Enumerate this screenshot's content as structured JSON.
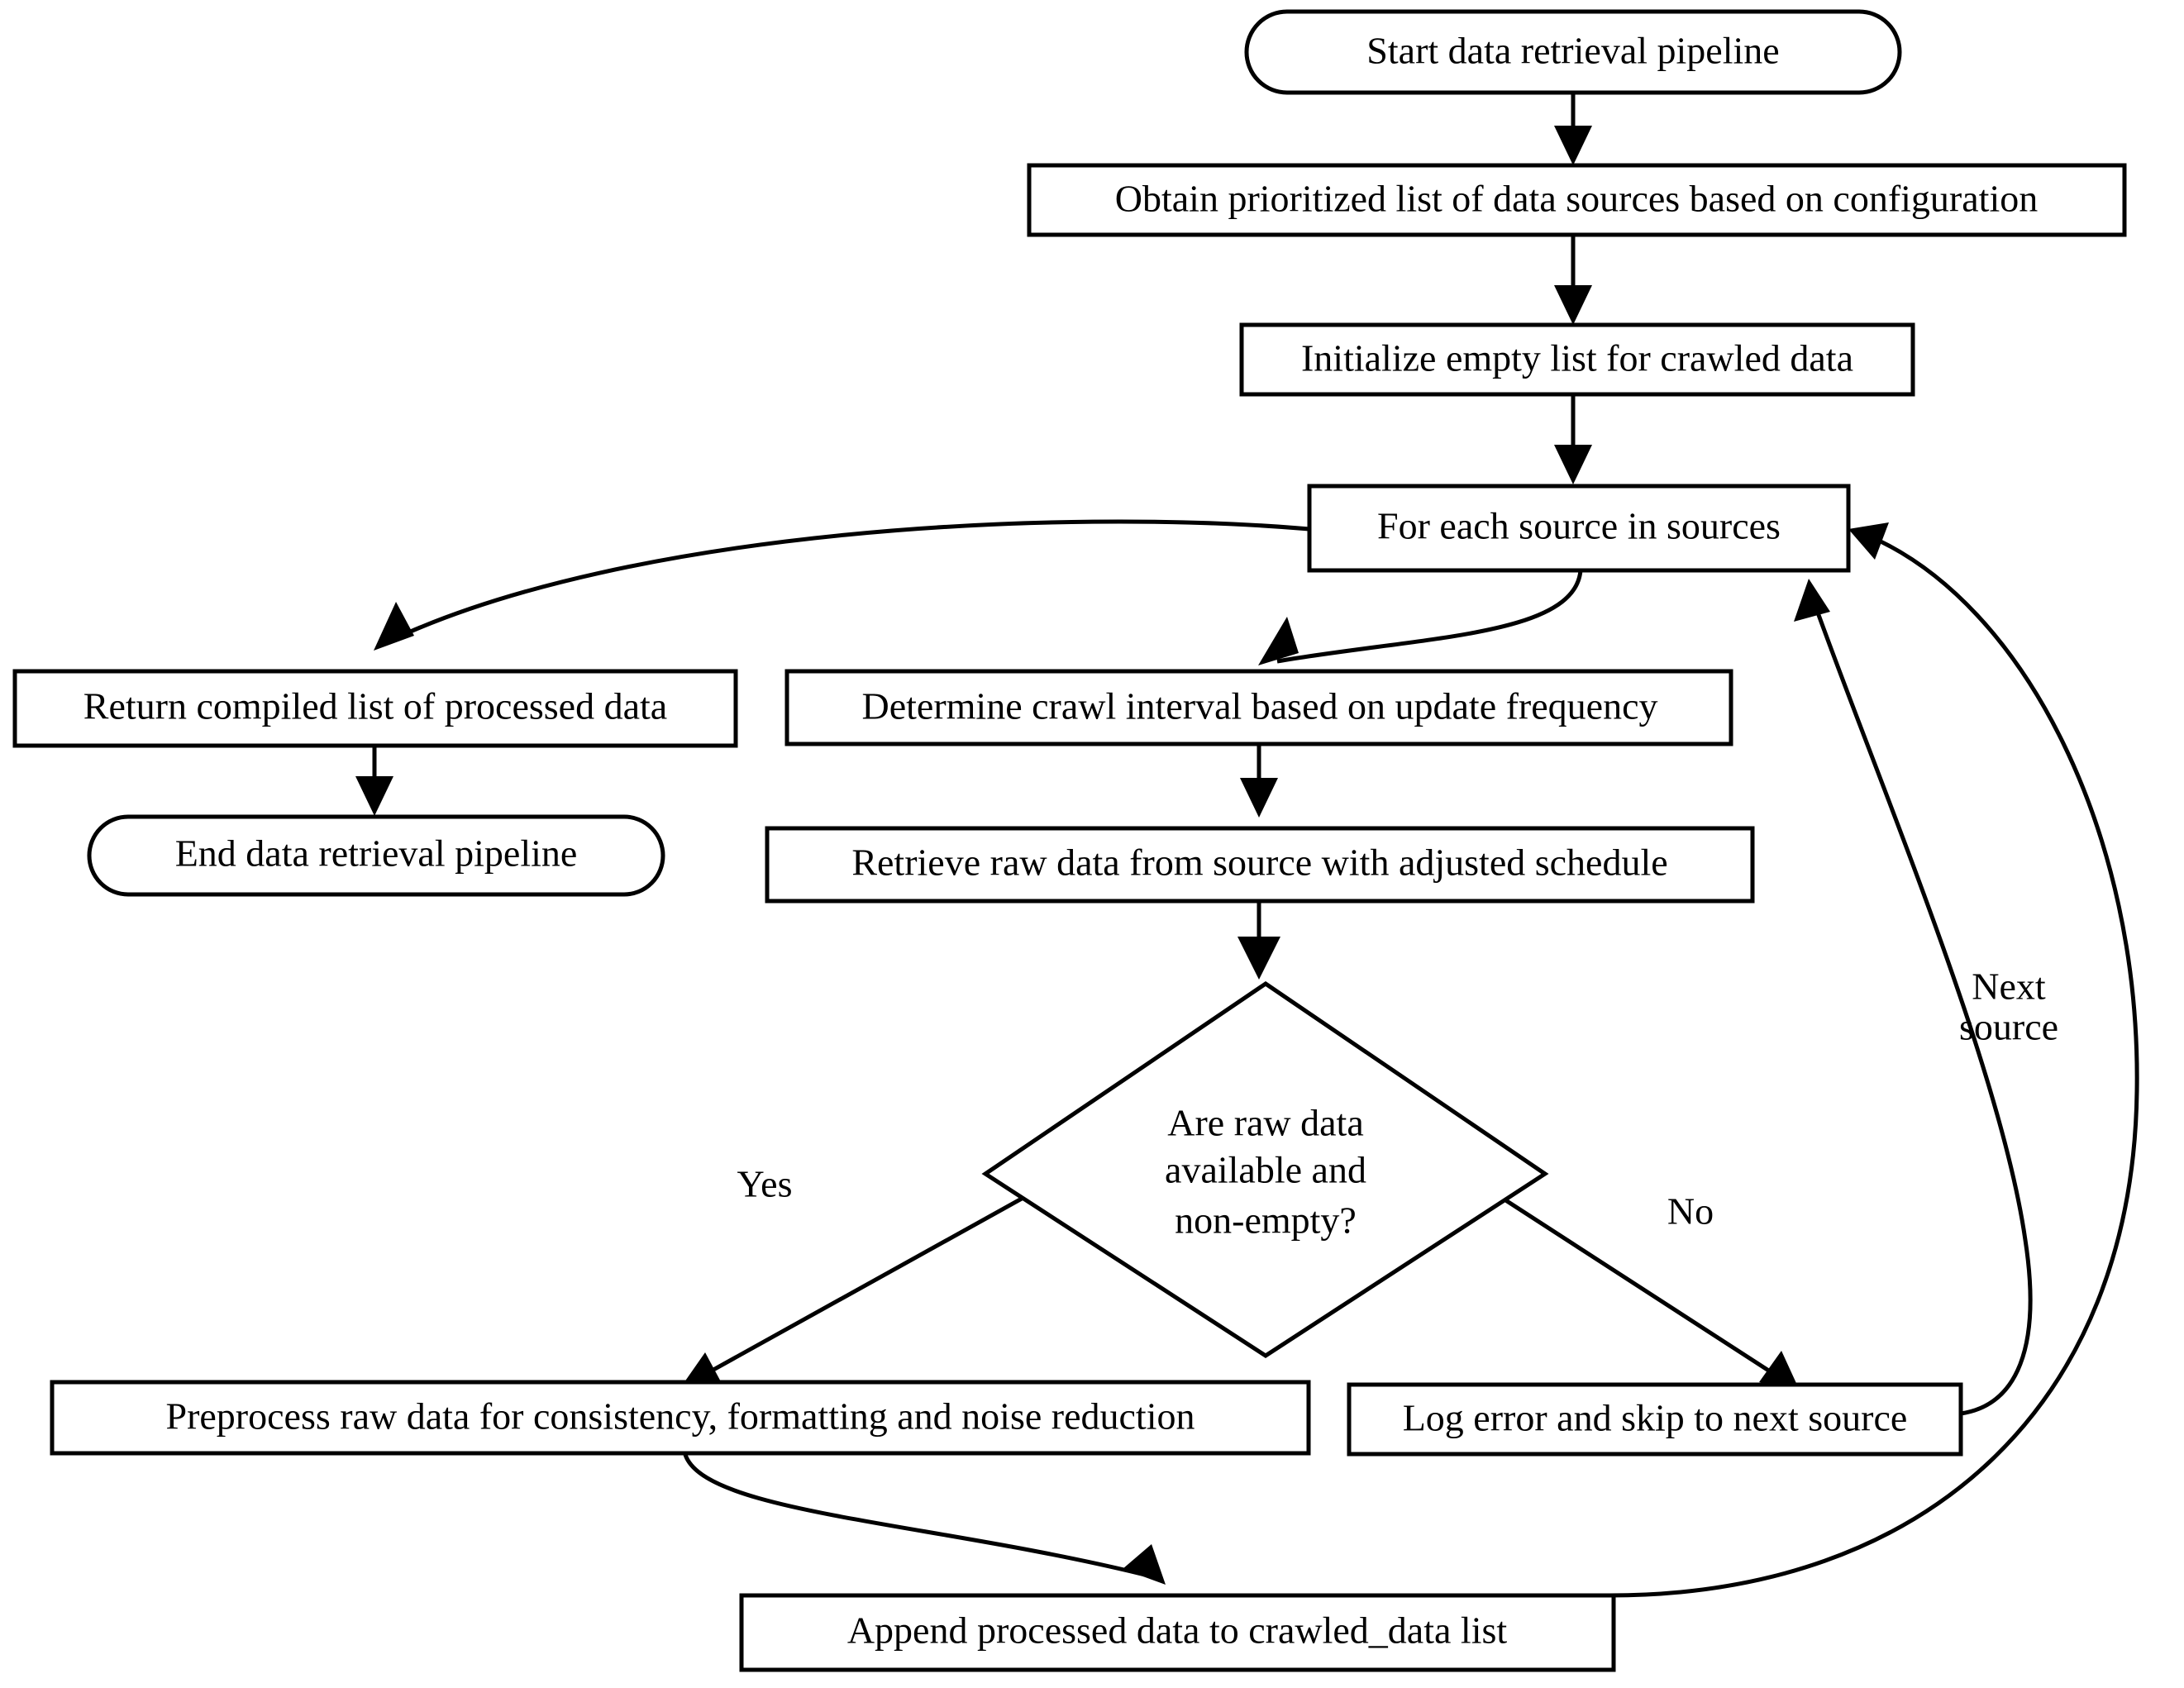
{
  "diagram": {
    "type": "flowchart",
    "title": "Data retrieval pipeline flowchart",
    "background_color": "#ffffff",
    "stroke_color": "#000000",
    "nodes": {
      "start": {
        "label": "Start data retrieval pipeline",
        "shape": "stadium"
      },
      "obtain_sources": {
        "label": "Obtain prioritized list of data sources based on configuration",
        "shape": "rect"
      },
      "init_list": {
        "label": "Initialize empty list for crawled data",
        "shape": "rect"
      },
      "for_each": {
        "label": "For each source in sources",
        "shape": "rect"
      },
      "return_list": {
        "label": "Return compiled list of processed data",
        "shape": "rect"
      },
      "end": {
        "label": "End data retrieval pipeline",
        "shape": "stadium"
      },
      "determine_interval": {
        "label": "Determine crawl interval based on update frequency",
        "shape": "rect"
      },
      "retrieve_raw": {
        "label": "Retrieve raw data from source with adjusted schedule",
        "shape": "rect"
      },
      "decision": {
        "label_line1": "Are raw data",
        "label_line2": "available and",
        "label_line3": "non-empty?",
        "shape": "diamond"
      },
      "preprocess": {
        "label": "Preprocess raw data for consistency, formatting and noise reduction",
        "shape": "rect"
      },
      "log_error": {
        "label": "Log error and skip to next source",
        "shape": "rect"
      },
      "append_data": {
        "label": "Append processed data to crawled_data list",
        "shape": "rect"
      }
    },
    "edge_labels": {
      "yes": "Yes",
      "no": "No",
      "next_source_line1": "Next",
      "next_source_line2": "source"
    }
  }
}
